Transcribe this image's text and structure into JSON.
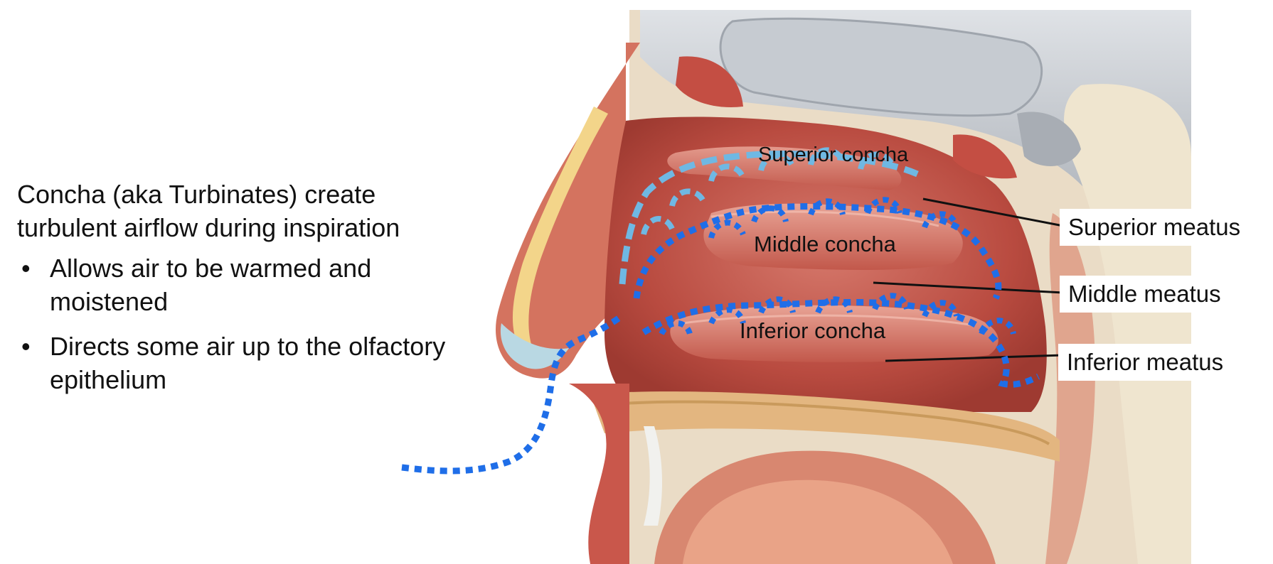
{
  "text": {
    "intro": "Concha (aka Turbinates) create turbulent airflow during inspiration",
    "bullets": [
      "Allows air to be warmed and moistened",
      "Directs some air up to the olfactory epithelium"
    ],
    "bullet_glyph": "•"
  },
  "labels": {
    "superior_concha": "Superior concha",
    "middle_concha": "Middle concha",
    "inferior_concha": "Inferior concha",
    "superior_meatus": "Superior meatus",
    "middle_meatus": "Middle meatus",
    "inferior_meatus": "Inferior meatus"
  },
  "colors": {
    "airflow_dark": "#1f6ee8",
    "airflow_light": "#6fb8e3",
    "tissue": "#c9564a",
    "bone": "#e6c08d",
    "skull": "#c9cdd2"
  }
}
